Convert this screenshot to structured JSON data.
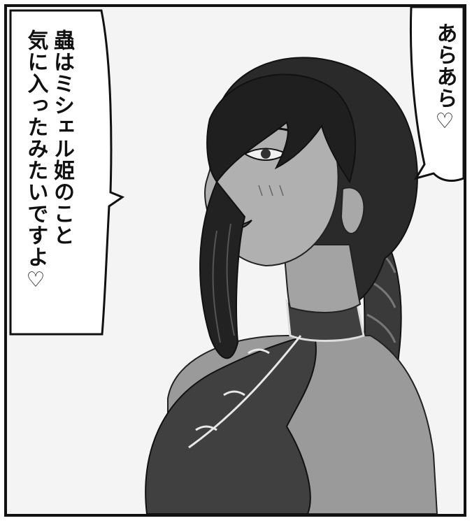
{
  "speech_bubbles": {
    "left": {
      "lines": [
        "蟲はミシェル姫のこと",
        "気に入ったみたいですよ♡"
      ]
    },
    "right": {
      "lines": [
        "あらあら♡"
      ]
    }
  }
}
